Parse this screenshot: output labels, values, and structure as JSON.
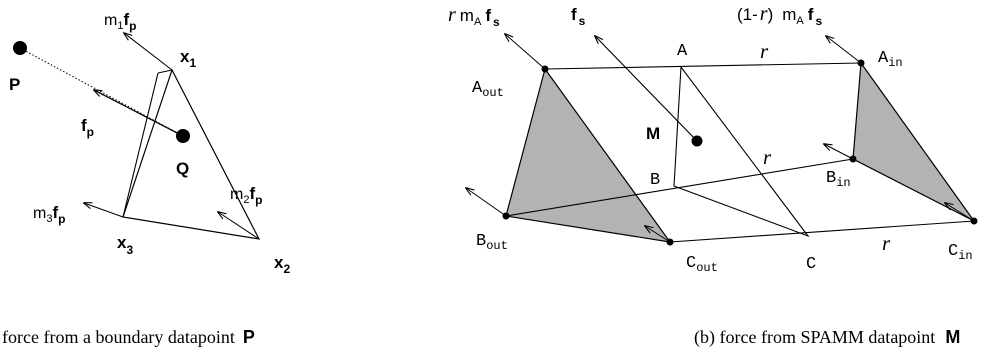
{
  "panel_a": {
    "points": {
      "P": "P",
      "Q": "Q",
      "x1": "x",
      "x1_sub": "1",
      "x2": "x",
      "x2_sub": "2",
      "x3": "x",
      "x3_sub": "3"
    },
    "forces": {
      "fp": "f",
      "fp_sub": "p",
      "m1": "m",
      "m1_sub": "1",
      "m1_f": "f",
      "m1_fsub": "p",
      "m2": "m",
      "m2_sub": "2",
      "m2_f": "f",
      "m2_fsub": "p",
      "m3": "m",
      "m3_sub": "3",
      "m3_f": "f",
      "m3_fsub": "p"
    },
    "caption": "force from a boundary datapoint",
    "caption_symbol": "P"
  },
  "panel_b": {
    "forces": {
      "left_r": "r",
      "left_m": "m",
      "left_m_sub": "A",
      "left_f": "f",
      "left_f_sub": "s",
      "fs": "f",
      "fs_sub": "s",
      "right_prefix": "(1-",
      "right_r": "r",
      "right_close": ")",
      "right_m": "m",
      "right_m_sub": "A",
      "right_f": "f",
      "right_f_sub": "s"
    },
    "points": {
      "A": "A",
      "B": "B",
      "C": "C",
      "M": "M",
      "A_out": "A",
      "A_out_sub": "out",
      "B_out": "B",
      "B_out_sub": "out",
      "C_out": "C",
      "C_out_sub": "out",
      "A_in": "A",
      "A_in_sub": "in",
      "B_in": "B",
      "B_in_sub": "in",
      "C_in": "C",
      "C_in_sub": "in"
    },
    "r_label": "r",
    "caption": "(b) force from SPAMM datapoint",
    "caption_symbol": "M"
  },
  "colors": {
    "line": "#000000",
    "shade": "#b3b3b3"
  }
}
